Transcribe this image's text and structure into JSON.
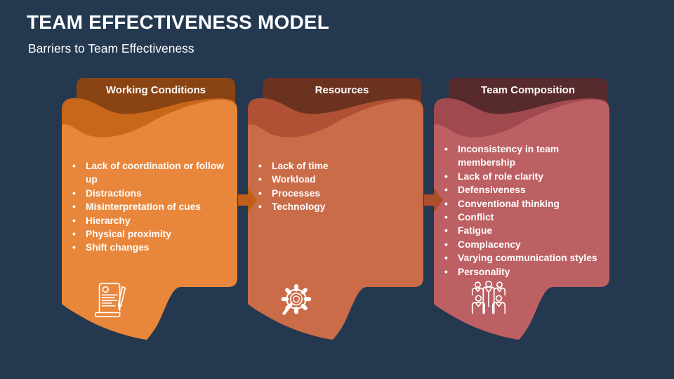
{
  "slide": {
    "title": "TEAM EFFECTIVENESS MODEL",
    "subtitle": "Barriers to Team Effectiveness"
  },
  "colors": {
    "background": "#243850",
    "text": "#ffffff"
  },
  "cards": [
    {
      "title": "Working Conditions",
      "icon": "contract-pen-icon",
      "colors": {
        "header": "#8a4414",
        "mid": "#c8661a",
        "body": "#e8873c"
      },
      "bullets": [
        "Lack of coordination or follow up",
        "Distractions",
        "Misinterpretation of cues",
        "Hierarchy",
        "Physical proximity",
        "Shift changes"
      ]
    },
    {
      "title": "Resources",
      "icon": "gear-magnifier-icon",
      "colors": {
        "header": "#6b3220",
        "mid": "#b05135",
        "body": "#ca6c48"
      },
      "bullets": [
        "Lack of time",
        "Workload",
        "Processes",
        "Technology"
      ]
    },
    {
      "title": "Team Composition",
      "icon": "team-people-icon",
      "colors": {
        "header": "#572a2d",
        "mid": "#a04a50",
        "body": "#bd6063"
      },
      "bullets": [
        "Inconsistency in team membership",
        "Lack of role clarity",
        "Defensiveness",
        "Conventional thinking",
        "Conflict",
        "Fatigue",
        "Complacency",
        "Varying communication styles",
        "Personality"
      ]
    }
  ],
  "arrows": [
    {
      "color": "#c05f17"
    },
    {
      "color": "#ad4e2c"
    }
  ]
}
